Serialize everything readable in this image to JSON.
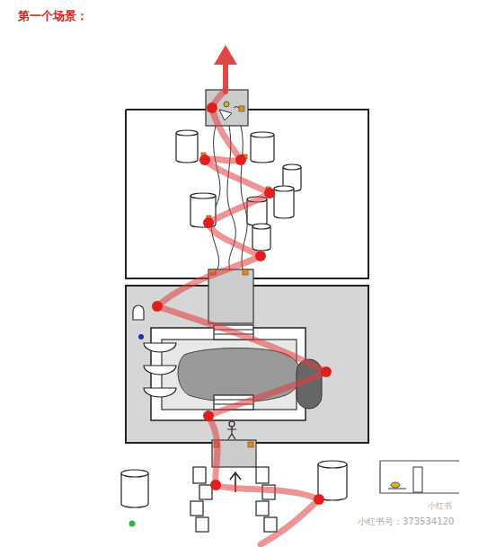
{
  "diagram": {
    "title": "第一个场景：",
    "labels": [
      "小红书",
      "小红书号：373534120"
    ]
  }
}
